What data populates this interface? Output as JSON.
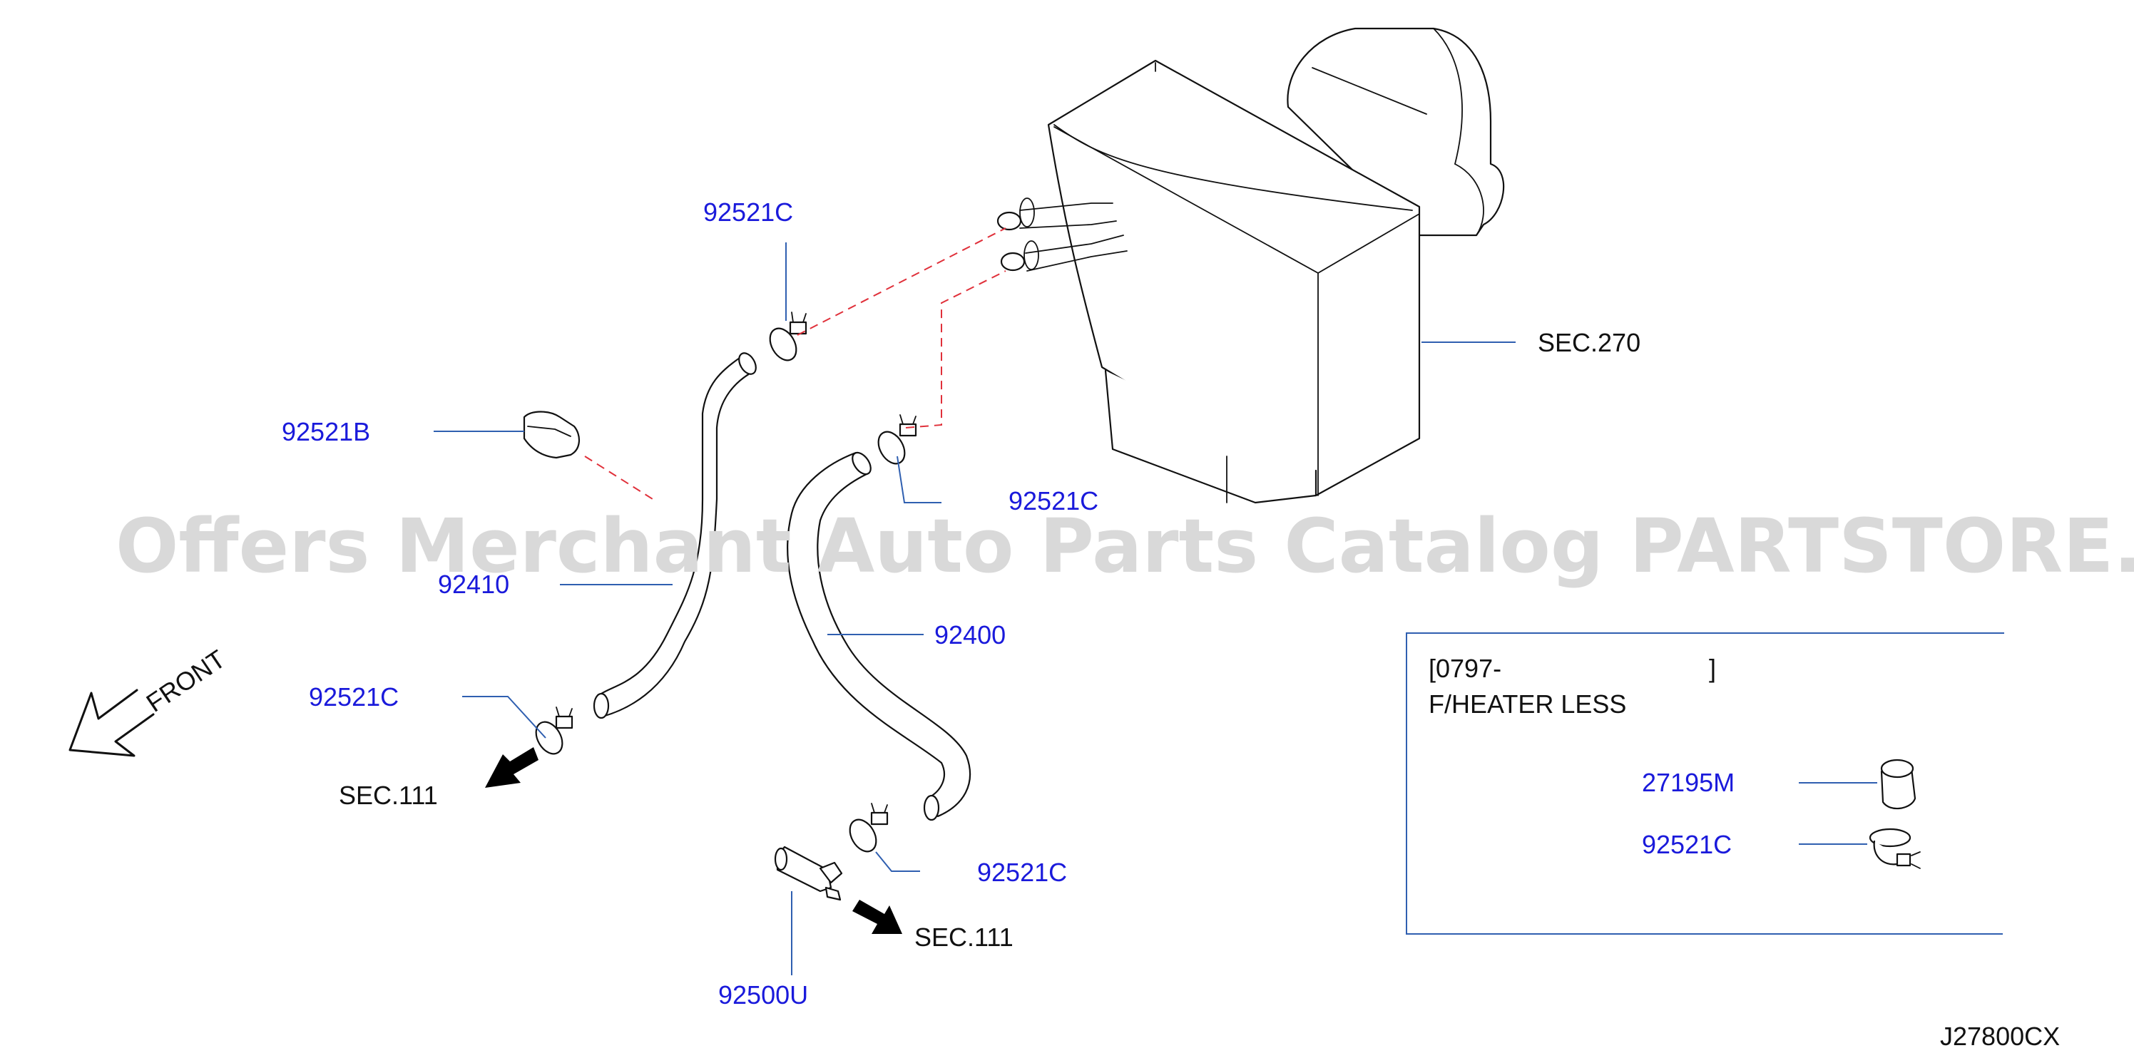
{
  "watermark": "Offers Merchant Auto Parts Catalog PARTSTORE.SA",
  "labels": {
    "clamp_top": "92521C",
    "plug": "92521B",
    "clamp_mid": "92521C",
    "hose_left": "92410",
    "hose_right": "92400",
    "clamp_left": "92521C",
    "clamp_bottom": "92521C",
    "valve": "92500U",
    "sec_heater": "SEC.270",
    "sec_engine_left": "SEC.111",
    "sec_engine_bottom": "SEC.111",
    "front": "FRONT",
    "diagram_code": "J27800CX"
  },
  "inset": {
    "line1": "[0797-",
    "line1_end": "]",
    "line2": "F/HEATER  LESS",
    "cap_label": "27195M",
    "clamp_label": "92521C"
  },
  "colors": {
    "part_number": "#1a1adb",
    "leader": "#2f5fb0",
    "dashed_link": "#e0303a",
    "watermark": "#d9d9d9"
  }
}
